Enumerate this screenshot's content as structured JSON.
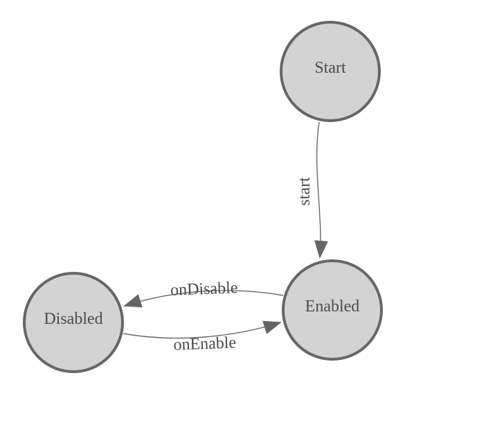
{
  "diagram": {
    "type": "state-machine",
    "nodes": [
      {
        "id": "start",
        "label": "Start"
      },
      {
        "id": "enabled",
        "label": "Enabled"
      },
      {
        "id": "disabled",
        "label": "Disabled"
      }
    ],
    "edges": [
      {
        "from": "Start",
        "to": "Enabled",
        "label": "start"
      },
      {
        "from": "Enabled",
        "to": "Disabled",
        "label": "onDisable"
      },
      {
        "from": "Disabled",
        "to": "Enabled",
        "label": "onEnable"
      }
    ],
    "colors": {
      "background": "#ffffff",
      "node_fill": "#d3d3d3",
      "node_stroke": "#666666",
      "edge_stroke": "#666666",
      "arrow_fill": "#666666",
      "label_text": "#4b4b4b"
    }
  }
}
